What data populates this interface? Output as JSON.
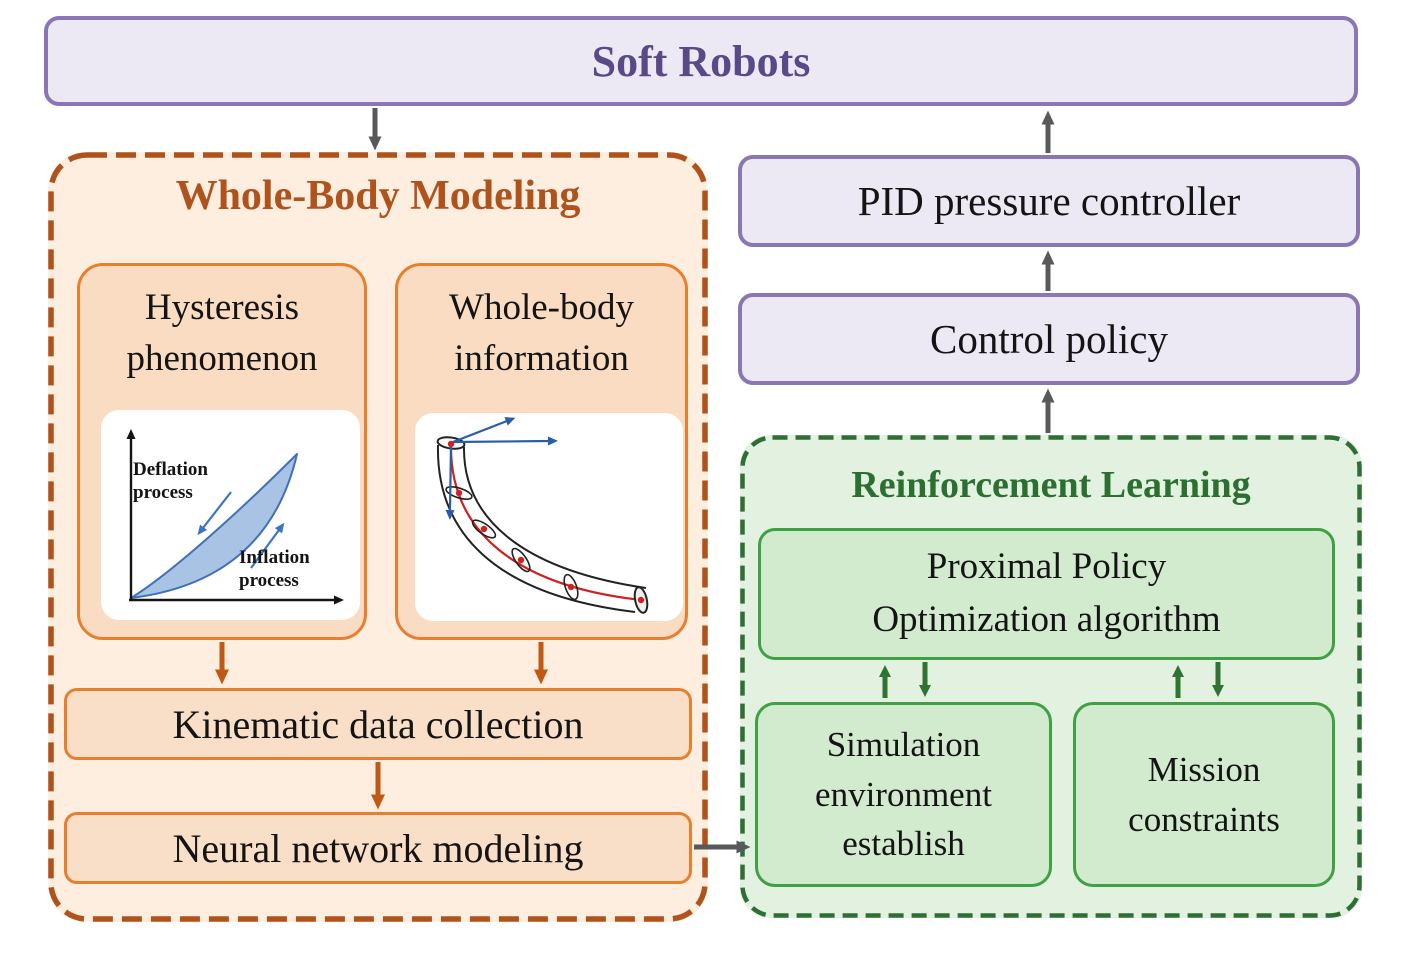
{
  "soft_robots": {
    "label": "Soft Robots"
  },
  "whole_body_modeling": {
    "title": "Whole-Body Modeling",
    "hysteresis": {
      "label": "Hysteresis\nphenomenon",
      "chart": {
        "deflation_label": "Deflation\nprocess",
        "inflation_label": "Inflation\nprocess"
      }
    },
    "whole_body_info": {
      "label": "Whole-body\ninformation"
    },
    "kinematic": {
      "label": "Kinematic data collection"
    },
    "neural": {
      "label": "Neural network modeling"
    }
  },
  "control_stack": {
    "pid": {
      "label": "PID pressure controller"
    },
    "control_policy": {
      "label": "Control policy"
    }
  },
  "reinforcement_learning": {
    "title": "Reinforcement Learning",
    "ppo": {
      "label": "Proximal Policy\nOptimization algorithm"
    },
    "simulation": {
      "label": "Simulation\nenvironment\nestablish"
    },
    "mission": {
      "label": "Mission\nconstraints"
    }
  },
  "colors": {
    "purple_border": "#8A76B4",
    "purple_fill": "#EDE9F4",
    "purple_text": "#594A87",
    "orange_dash_border": "#B0521C",
    "orange_container_fill": "#FDEEDF",
    "orange_box_border": "#E87E2E",
    "orange_box_fill": "#FADCC2",
    "orange_arrow": "#BF5A15",
    "green_dash_border": "#2E6F33",
    "green_container_fill": "#E3F1E1",
    "green_box_border": "#3FA044",
    "green_box_fill": "#D2EACE",
    "green_title": "#2B7031",
    "gray_arrow": "#58595B",
    "hysteresis_fill": "#A9C3E4",
    "hysteresis_stroke": "#4070B8",
    "centerline_red": "#CE2222",
    "axis_blue": "#2B5CA8"
  }
}
